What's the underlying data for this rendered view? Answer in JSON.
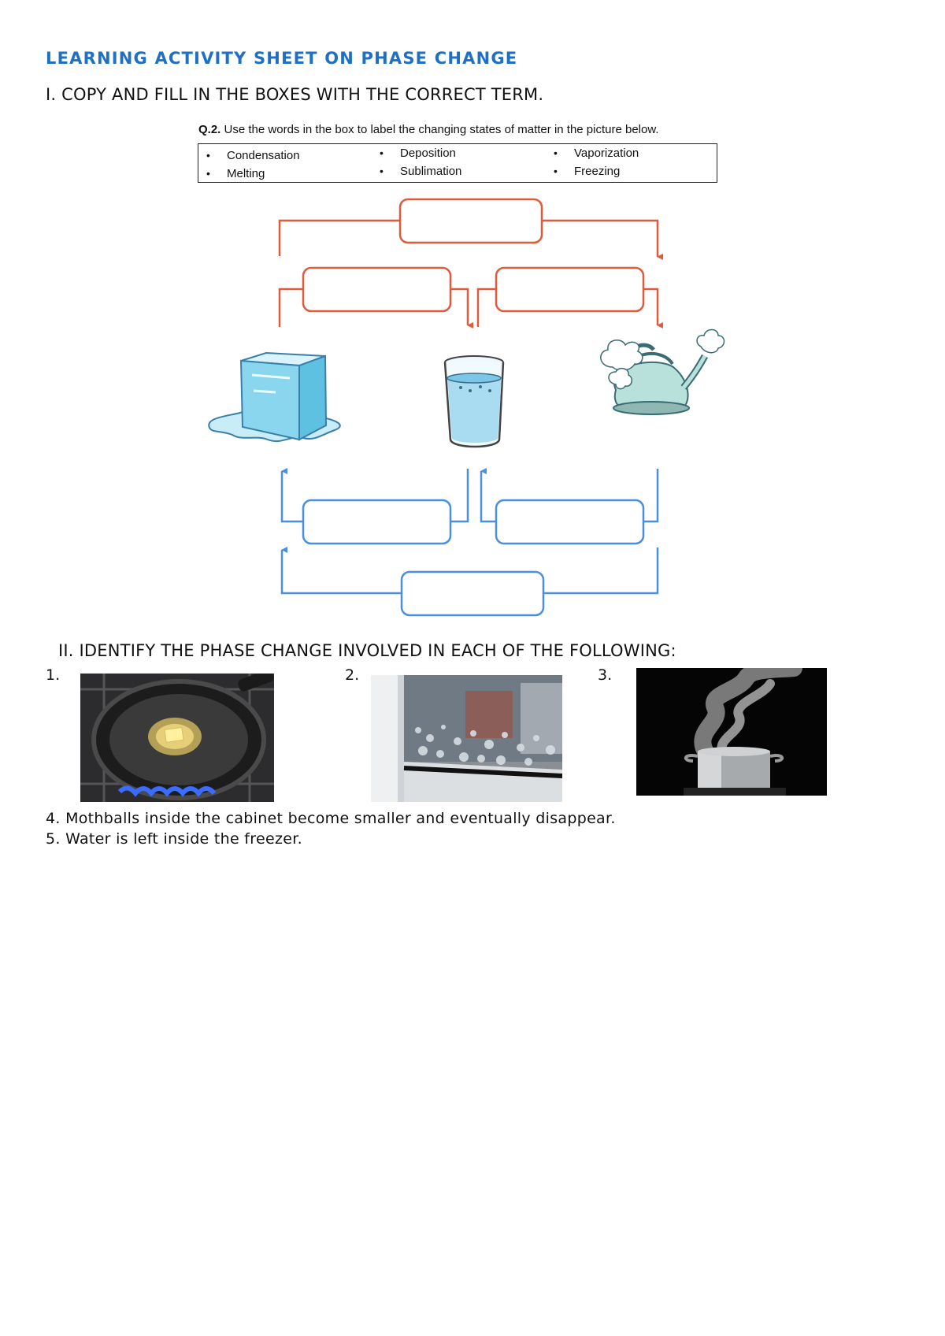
{
  "title": "LEARNING ACTIVITY SHEET ON PHASE CHANGE",
  "section1": {
    "heading": "I. COPY AND FILL IN THE BOXES WITH THE CORRECT TERM.",
    "question_label": "Q.2.",
    "question_text": "Use the words in the box to label the changing states of matter in the picture below.",
    "word_bank": [
      "Condensation",
      "Melting",
      "Deposition",
      "Sublimation",
      "Vaporization",
      "Freezing"
    ]
  },
  "section2": {
    "heading": "II. IDENTIFY THE PHASE CHANGE INVOLVED IN EACH OF THE FOLLOWING:",
    "picture_numbers": [
      "1.",
      "2.",
      "3."
    ],
    "items": [
      "4. Mothballs inside the cabinet become smaller and eventually disappear.",
      "5.  Water is left inside the freezer."
    ]
  },
  "colors": {
    "title_blue": "#1f6fc4",
    "heating_arrows": "#e05a3c",
    "cooling_arrows": "#4a8fe0"
  }
}
